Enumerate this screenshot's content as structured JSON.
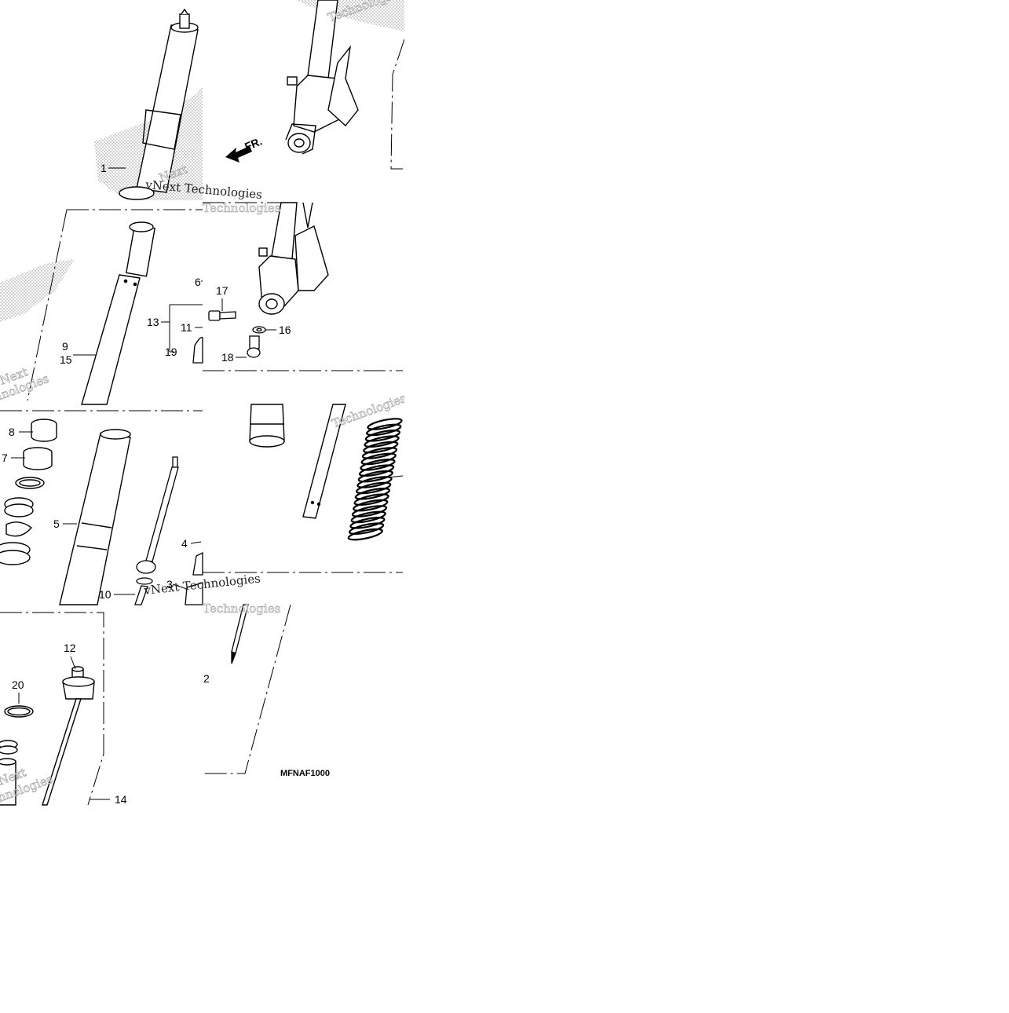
{
  "diagram": {
    "code": "MFNAF1000",
    "direction_label": "FR.",
    "watermark_lines": [
      "Next",
      "Technologies",
      "vNext Technologies"
    ],
    "part_labels": {
      "p1": "1",
      "p2": "2",
      "p3": "3",
      "p4": "4",
      "p5": "5",
      "p6": "6",
      "p7": "7",
      "p8": "8",
      "p9": "9",
      "p10": "10",
      "p11": "11",
      "p12": "12",
      "p13": "13",
      "p14": "14",
      "p15": "15",
      "p16": "16",
      "p17": "17",
      "p18": "18",
      "p19": "19",
      "p20": "20"
    },
    "colors": {
      "line": "#000000",
      "background": "#ffffff",
      "stipple": "#9a9a9a"
    }
  }
}
